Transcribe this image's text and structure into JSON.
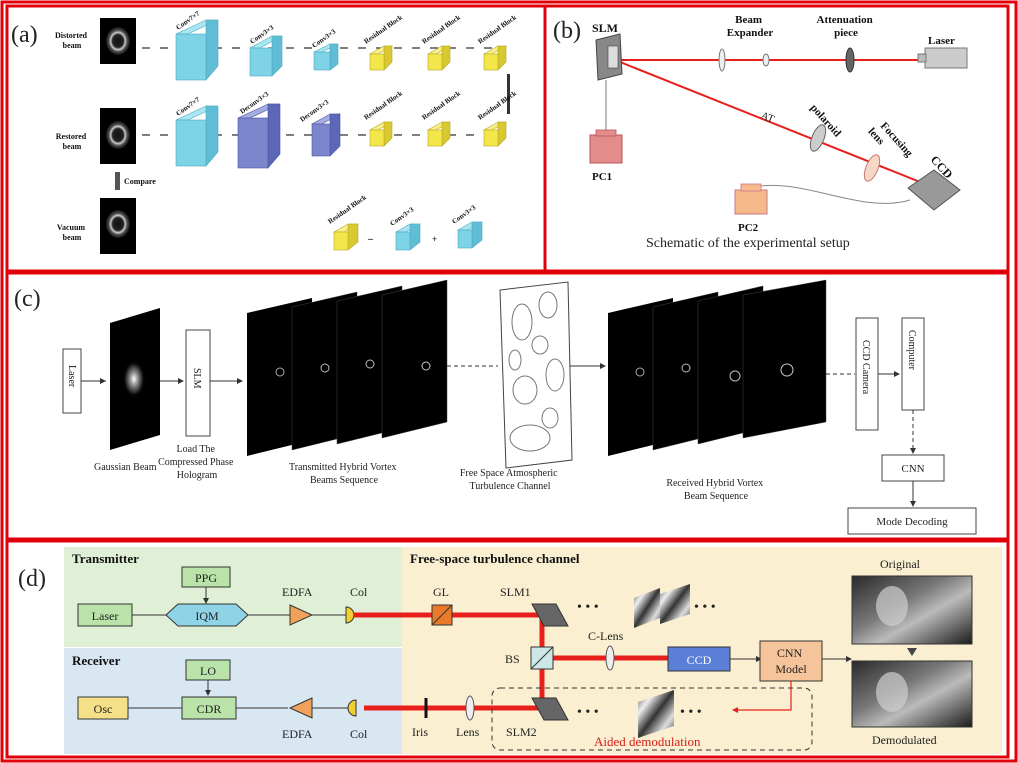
{
  "panel_a": {
    "tag": "(a)",
    "row_labels": {
      "distorted": [
        "Distorted",
        "beam"
      ],
      "restored": [
        "Restored",
        "beam"
      ],
      "vacuum": [
        "Vacuum",
        "beam"
      ]
    },
    "compare": "Compare",
    "encoder_blocks": [
      "Conv7×7",
      "Conv3×3",
      "Conv3×3",
      "Residual Block",
      "Residual Block",
      "Residual Block"
    ],
    "decoder_blocks": [
      "Conv7×7",
      "Deconv3×3",
      "Deconv3×3",
      "Residual Block",
      "Residual Block",
      "Residual Block"
    ],
    "legend_blocks": [
      "Residual Block",
      "Conv3×3",
      "Conv3×3"
    ]
  },
  "panel_b": {
    "tag": "(b)",
    "slm": "SLM",
    "beam_expander": [
      "Beam",
      "Expander"
    ],
    "attenuation": [
      "Attenuation",
      "piece"
    ],
    "laser": "Laser",
    "at": "AT",
    "polaroid": "polaroid",
    "focusing": [
      "Focusing",
      "lens"
    ],
    "ccd": "CCD",
    "pc1": "PC1",
    "pc2": "PC2",
    "caption": "Schematic of the experimental setup"
  },
  "panel_c": {
    "tag": "(c)",
    "laser": "Laser",
    "slm": "SLM",
    "ccd_camera": "CCD Camera",
    "computer": "Computer",
    "cnn": "CNN",
    "mode_decoding": "Mode Decoding",
    "gaussian": "Gaussian Beam",
    "load": [
      "Load The",
      "Compressed Phase",
      "Hologram"
    ],
    "transmitted": [
      "Transmitted Hybrid Vortex",
      "Beams Sequence"
    ],
    "free_space": [
      "Free Space Atmospheric",
      "Turbulence Channel"
    ],
    "received": [
      "Received Hybrid Vortex",
      "Beam Sequence"
    ]
  },
  "panel_d": {
    "tag": "(d)",
    "transmitter": "Transmitter",
    "receiver": "Receiver",
    "channel": "Free-space turbulence channel",
    "ppg": "PPG",
    "laser": "Laser",
    "iqm": "IQM",
    "edfa_top": "EDFA",
    "col_top": "Col",
    "lo": "LO",
    "osc": "Osc",
    "cdr": "CDR",
    "edfa_bottom": "EDFA",
    "col_bottom": "Col",
    "gl": "GL",
    "slm1": "SLM1",
    "bs": "BS",
    "c_lens": "C-Lens",
    "ccd": "CCD",
    "cnn_model": [
      "CNN",
      "Model"
    ],
    "iris": "Iris",
    "lens": "Lens",
    "slm2": "SLM2",
    "aided": "Aided demodulation",
    "original": "Original",
    "demodulated": "Demodulated"
  },
  "colors": {
    "frame": "#e0000a",
    "beam": "#e8201c",
    "cyan_block": "#7fd3e6",
    "yellow_block": "#f3e64b",
    "blue_block": "#7b86cc",
    "tx_bg": "#dff0d6",
    "rx_bg": "#d9e7f3",
    "channel_bg": "#fbefd2"
  }
}
